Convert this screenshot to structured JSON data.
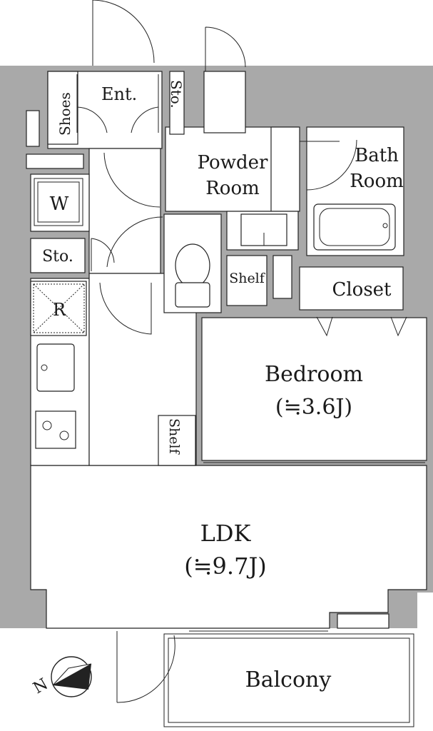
{
  "rooms": {
    "entrance": "Ent.",
    "shoes": "Shoes",
    "storage_entrance": "Sto.",
    "powder_room_line1": "Powder",
    "powder_room_line2": "Room",
    "bath_room_line1": "Bath",
    "bath_room_line2": "Room",
    "washer": "W",
    "storage_hall": "Sto.",
    "refrigerator": "R",
    "shelf_toilet": "Shelf",
    "closet": "Closet",
    "bedroom": "Bedroom",
    "bedroom_size": "(≒3.6J)",
    "shelf_kitchen": "Shelf",
    "ldk": "LDK",
    "ldk_size": "(≒9.7J)",
    "balcony": "Balcony"
  },
  "compass": {
    "label": "N"
  },
  "colors": {
    "wall": "#a9a9a9",
    "line": "#222222",
    "floor": "#ffffff"
  }
}
